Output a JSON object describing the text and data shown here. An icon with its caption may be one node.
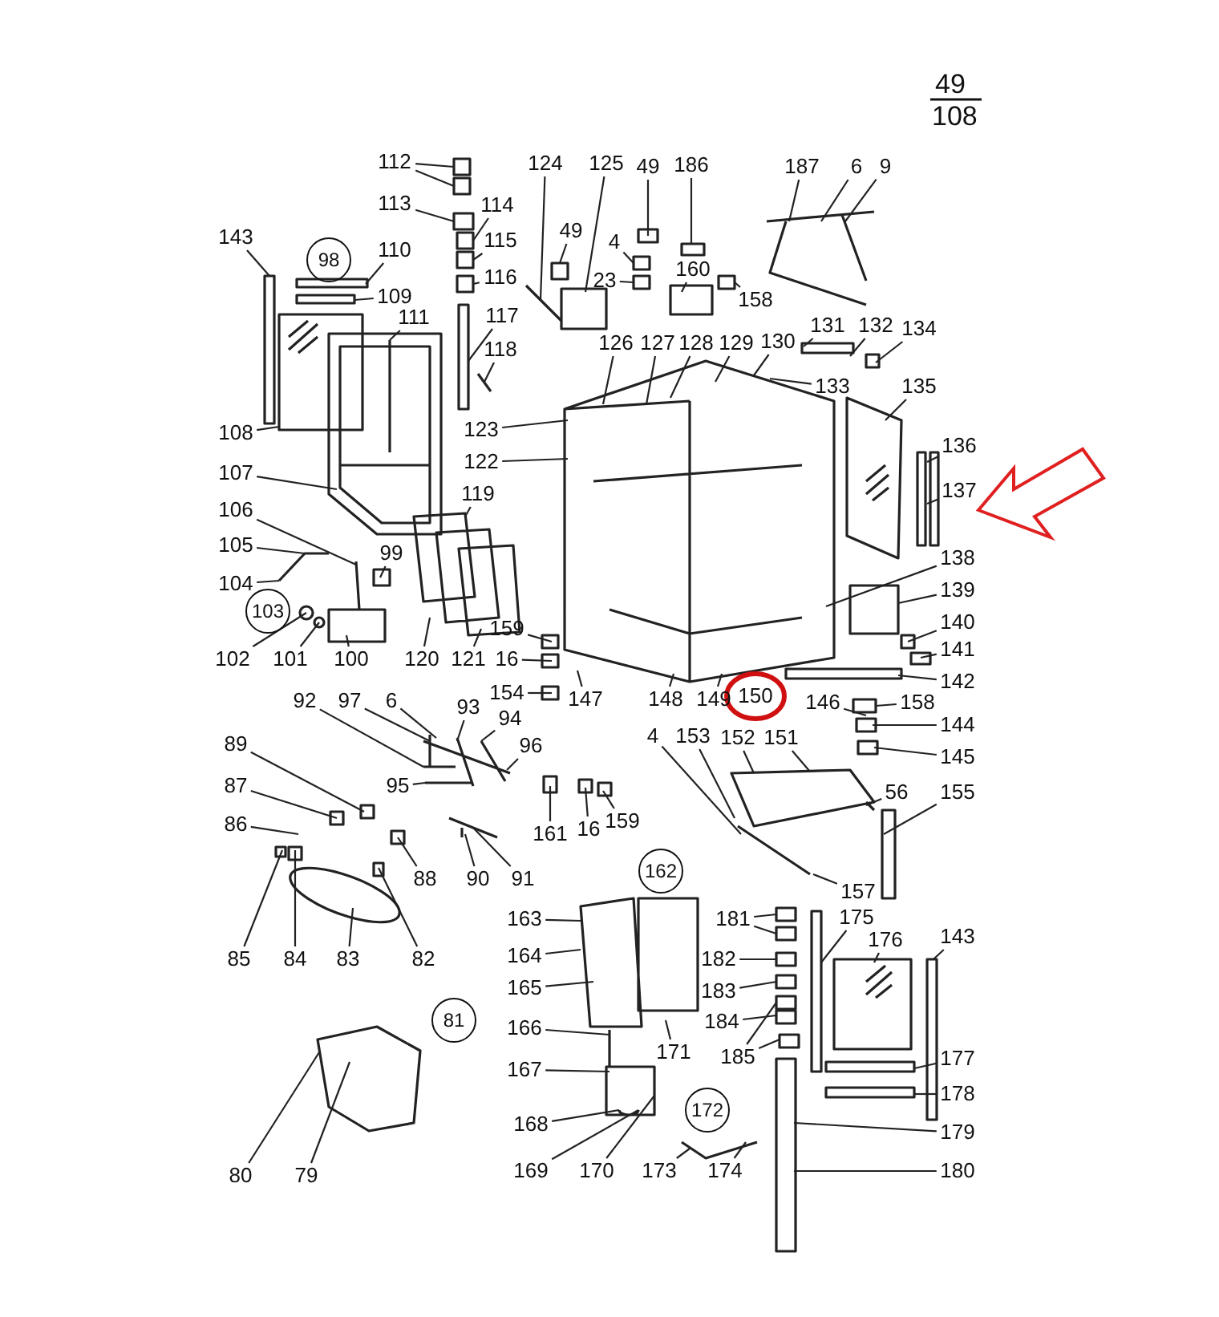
{
  "diagram": {
    "nodes": [
      {
        "text": [
          "112"
        ]
      },
      {
        "text": [
          "113"
        ]
      },
      {
        "text": [
          "114"
        ]
      },
      {
        "text": [
          "115"
        ]
      },
      {
        "text": [
          "116"
        ]
      },
      {
        "text": [
          "117"
        ]
      },
      {
        "text": [
          "118"
        ]
      },
      {
        "text": [
          "143"
        ]
      },
      {
        "text": [
          "98"
        ]
      },
      {
        "text": [
          "110"
        ]
      },
      {
        "text": [
          "109"
        ]
      },
      {
        "text": [
          "111"
        ]
      },
      {
        "text": [
          "108"
        ]
      },
      {
        "text": [
          "107"
        ]
      },
      {
        "text": [
          "106"
        ]
      },
      {
        "text": [
          "105"
        ]
      },
      {
        "text": [
          "104"
        ]
      },
      {
        "text": [
          "103"
        ]
      },
      {
        "text": [
          "102"
        ]
      },
      {
        "text": [
          "101"
        ]
      },
      {
        "text": [
          "100"
        ]
      },
      {
        "text": [
          "99"
        ]
      },
      {
        "text": [
          "120"
        ]
      },
      {
        "text": [
          "121"
        ]
      },
      {
        "text": [
          "119"
        ]
      },
      {
        "text": [
          "123"
        ]
      },
      {
        "text": [
          "122"
        ]
      },
      {
        "text": [
          "124"
        ]
      },
      {
        "text": [
          "125"
        ]
      },
      {
        "text": [
          "49"
        ]
      },
      {
        "text": [
          "186"
        ]
      },
      {
        "text": [
          "187"
        ]
      },
      {
        "text": [
          "6"
        ]
      },
      {
        "text": [
          "9"
        ]
      },
      {
        "text": [
          "49"
        ]
      },
      {
        "text": [
          "4"
        ]
      },
      {
        "text": [
          "23"
        ]
      },
      {
        "text": [
          "160"
        ]
      },
      {
        "text": [
          "158"
        ]
      },
      {
        "text": [
          "126"
        ]
      },
      {
        "text": [
          "127"
        ]
      },
      {
        "text": [
          "128"
        ]
      },
      {
        "text": [
          "129"
        ]
      },
      {
        "text": [
          "130"
        ]
      },
      {
        "text": [
          "131"
        ]
      },
      {
        "text": [
          "132"
        ]
      },
      {
        "text": [
          "134"
        ]
      },
      {
        "text": [
          "133"
        ]
      },
      {
        "text": [
          "135"
        ]
      },
      {
        "text": [
          "136"
        ]
      },
      {
        "text": [
          "137"
        ]
      },
      {
        "text": [
          "138"
        ]
      },
      {
        "text": [
          "139"
        ]
      },
      {
        "text": [
          "140"
        ]
      },
      {
        "text": [
          "141"
        ]
      },
      {
        "text": [
          "142"
        ]
      },
      {
        "text": [
          "158"
        ]
      },
      {
        "text": [
          "144"
        ]
      },
      {
        "text": [
          "145"
        ]
      },
      {
        "text": [
          "155"
        ]
      },
      {
        "text": [
          "56"
        ]
      },
      {
        "text": [
          "157"
        ]
      },
      {
        "text": [
          "159"
        ]
      },
      {
        "text": [
          "16"
        ]
      },
      {
        "text": [
          "154"
        ]
      },
      {
        "text": [
          "147"
        ]
      },
      {
        "text": [
          "148"
        ]
      },
      {
        "text": [
          "149"
        ]
      },
      {
        "text": [
          "150"
        ]
      },
      {
        "text": [
          "153"
        ]
      },
      {
        "text": [
          "152"
        ]
      },
      {
        "text": [
          "151"
        ]
      },
      {
        "text": [
          "4"
        ]
      },
      {
        "text": [
          "146"
        ]
      },
      {
        "text": [
          "92"
        ]
      },
      {
        "text": [
          "97"
        ]
      },
      {
        "text": [
          "6"
        ]
      },
      {
        "text": [
          "93"
        ]
      },
      {
        "text": [
          "94"
        ]
      },
      {
        "text": [
          "96"
        ]
      },
      {
        "text": [
          "95"
        ]
      },
      {
        "text": [
          "89"
        ]
      },
      {
        "text": [
          "87"
        ]
      },
      {
        "text": [
          "86"
        ]
      },
      {
        "text": [
          "88"
        ]
      },
      {
        "text": [
          "90"
        ]
      },
      {
        "text": [
          "91"
        ]
      },
      {
        "text": [
          "161"
        ]
      },
      {
        "text": [
          "16"
        ]
      },
      {
        "text": [
          "159"
        ]
      },
      {
        "text": [
          "85"
        ]
      },
      {
        "text": [
          "84"
        ]
      },
      {
        "text": [
          "83"
        ]
      },
      {
        "text": [
          "82"
        ]
      },
      {
        "text": [
          "81"
        ]
      },
      {
        "text": [
          "80"
        ]
      },
      {
        "text": [
          "79"
        ]
      },
      {
        "text": [
          "162"
        ]
      },
      {
        "text": [
          "163"
        ]
      },
      {
        "text": [
          "164"
        ]
      },
      {
        "text": [
          "165"
        ]
      },
      {
        "text": [
          "166"
        ]
      },
      {
        "text": [
          "167"
        ]
      },
      {
        "text": [
          "168"
        ]
      },
      {
        "text": [
          "169"
        ]
      },
      {
        "text": [
          "170"
        ]
      },
      {
        "text": [
          "173"
        ]
      },
      {
        "text": [
          "174"
        ]
      },
      {
        "text": [
          "172"
        ]
      },
      {
        "text": [
          "171"
        ]
      },
      {
        "text": [
          "181"
        ]
      },
      {
        "text": [
          "182"
        ]
      },
      {
        "text": [
          "183"
        ]
      },
      {
        "text": [
          "184"
        ]
      },
      {
        "text": [
          "185"
        ]
      },
      {
        "text": [
          "175"
        ]
      },
      {
        "text": [
          "176"
        ]
      },
      {
        "text": [
          "143"
        ]
      },
      {
        "text": [
          "177"
        ]
      },
      {
        "text": [
          "178"
        ]
      },
      {
        "text": [
          "179"
        ]
      },
      {
        "text": [
          "180"
        ]
      },
      {
        "text": [],
        "shape": "picture"
      },
      {
        "text": [],
        "shape": "box"
      },
      {
        "text": [],
        "shape": "picture"
      },
      {
        "text": [],
        "shape": "box"
      },
      {
        "text": [],
        "shape": "picture"
      },
      {
        "text": [],
        "shape": "picture"
      },
      {
        "text": [],
        "shape": "picture"
      },
      {
        "text": [],
        "shape": "picture"
      },
      {
        "text": [],
        "shape": "picture"
      },
      {
        "text": [],
        "shape": "box"
      },
      {
        "text": [],
        "shape": "picture"
      },
      {
        "text": [],
        "shape": "picture"
      },
      {
        "text": [],
        "shape": "picture"
      },
      {
        "text": [],
        "shape": "picture"
      },
      {
        "text": [],
        "shape": "box"
      },
      {
        "text": [],
        "shape": "picture"
      },
      {
        "text": [],
        "shape": "picture"
      },
      {
        "text": [],
        "shape": "picture"
      },
      {
        "text": [],
        "shape": "picture"
      },
      {
        "text": [],
        "shape": "picture"
      },
      {
        "text": [],
        "shape": "box"
      },
      {
        "text": [],
        "shape": "picture"
      },
      {
        "text": [],
        "shape": "box"
      },
      {
        "text": [],
        "shape": "picture"
      },
      {
        "text": [],
        "shape": "picture"
      },
      {
        "text": [],
        "shape": "box"
      },
      {
        "text": [],
        "shape": "picture"
      },
      {
        "text": [],
        "shape": "picture"
      },
      {
        "text": [],
        "shape": "picture"
      },
      {
        "text": [],
        "shape": "picture"
      },
      {
        "text": [],
        "shape": "picture"
      },
      {
        "text": [],
        "shape": "picture"
      },
      {
        "text": [],
        "shape": "picture"
      },
      {
        "text": [],
        "shape": "picture"
      },
      {
        "text": [],
        "shape": "picture"
      },
      {
        "text": [],
        "shape": "picture"
      },
      {
        "text": [],
        "shape": "box"
      },
      {
        "text": [],
        "shape": "box"
      },
      {
        "text": [],
        "shape": "picture"
      },
      {
        "text": [],
        "shape": "box"
      },
      {
        "text": [],
        "shape": "picture"
      },
      {
        "text": [],
        "shape": "box"
      }
    ],
    "edges": [
      {
        "from": 0,
        "to": 122,
        "arrow": "none"
      },
      {
        "from": 0,
        "to": 122,
        "arrow": "none"
      },
      {
        "from": 1,
        "to": 122,
        "arrow": "none"
      },
      {
        "from": 2,
        "to": 122,
        "arrow": "none"
      },
      {
        "from": 3,
        "to": 122,
        "arrow": "none"
      },
      {
        "from": 4,
        "to": 122,
        "arrow": "none"
      },
      {
        "from": 5,
        "to": 123,
        "arrow": "none"
      },
      {
        "from": 6,
        "to": 124,
        "arrow": "none"
      },
      {
        "from": 7,
        "to": 125,
        "arrow": "none"
      },
      {
        "from": 9,
        "to": 126,
        "arrow": "none"
      },
      {
        "from": 10,
        "to": 126,
        "arrow": "none"
      },
      {
        "from": 11,
        "to": 128,
        "arrow": "none"
      },
      {
        "from": 12,
        "to": 127,
        "arrow": "none"
      },
      {
        "from": 13,
        "to": 128,
        "arrow": "none"
      },
      {
        "from": 14,
        "to": 130,
        "arrow": "none"
      },
      {
        "from": 15,
        "to": 129,
        "arrow": "none"
      },
      {
        "from": 16,
        "to": 129,
        "arrow": "none"
      },
      {
        "from": 18,
        "to": 130,
        "arrow": "none"
      },
      {
        "from": 19,
        "to": 130,
        "arrow": "none"
      },
      {
        "from": 20,
        "to": 130,
        "arrow": "none"
      },
      {
        "from": 21,
        "to": 131,
        "arrow": "none"
      },
      {
        "from": 22,
        "to": 132,
        "arrow": "none"
      },
      {
        "from": 23,
        "to": 132,
        "arrow": "none"
      },
      {
        "from": 24,
        "to": 132,
        "arrow": "none"
      },
      {
        "from": 25,
        "to": 133,
        "arrow": "none"
      },
      {
        "from": 26,
        "to": 133,
        "arrow": "none"
      },
      {
        "from": 27,
        "to": 134,
        "arrow": "none"
      },
      {
        "from": 28,
        "to": 134,
        "arrow": "none"
      },
      {
        "from": 29,
        "to": 135,
        "arrow": "none"
      },
      {
        "from": 30,
        "to": 136,
        "arrow": "none"
      },
      {
        "from": 31,
        "to": 137,
        "arrow": "none"
      },
      {
        "from": 32,
        "to": 137,
        "arrow": "none"
      },
      {
        "from": 33,
        "to": 137,
        "arrow": "none"
      },
      {
        "from": 34,
        "to": 163,
        "arrow": "none"
      },
      {
        "from": 35,
        "to": 135,
        "arrow": "none"
      },
      {
        "from": 36,
        "to": 135,
        "arrow": "none"
      },
      {
        "from": 37,
        "to": 138,
        "arrow": "none"
      },
      {
        "from": 38,
        "to": 138,
        "arrow": "none"
      },
      {
        "from": 39,
        "to": 133,
        "arrow": "none"
      },
      {
        "from": 40,
        "to": 133,
        "arrow": "none"
      },
      {
        "from": 41,
        "to": 133,
        "arrow": "none"
      },
      {
        "from": 42,
        "to": 133,
        "arrow": "none"
      },
      {
        "from": 43,
        "to": 133,
        "arrow": "none"
      },
      {
        "from": 44,
        "to": 139,
        "arrow": "none"
      },
      {
        "from": 45,
        "to": 139,
        "arrow": "none"
      },
      {
        "from": 46,
        "to": 139,
        "arrow": "none"
      },
      {
        "from": 47,
        "to": 133,
        "arrow": "none"
      },
      {
        "from": 48,
        "to": 140,
        "arrow": "none"
      },
      {
        "from": 49,
        "to": 141,
        "arrow": "none"
      },
      {
        "from": 50,
        "to": 141,
        "arrow": "none"
      },
      {
        "from": 51,
        "to": 133,
        "arrow": "none"
      },
      {
        "from": 52,
        "to": 142,
        "arrow": "none"
      },
      {
        "from": 53,
        "to": 143,
        "arrow": "none"
      },
      {
        "from": 54,
        "to": 143,
        "arrow": "none"
      },
      {
        "from": 55,
        "to": 144,
        "arrow": "none"
      },
      {
        "from": 56,
        "to": 145,
        "arrow": "none"
      },
      {
        "from": 57,
        "to": 145,
        "arrow": "none"
      },
      {
        "from": 58,
        "to": 145,
        "arrow": "none"
      },
      {
        "from": 59,
        "to": 147,
        "arrow": "none"
      },
      {
        "from": 60,
        "to": 146,
        "arrow": "none"
      },
      {
        "from": 61,
        "to": 146,
        "arrow": "none"
      },
      {
        "from": 62,
        "to": 148,
        "arrow": "none"
      },
      {
        "from": 63,
        "to": 148,
        "arrow": "none"
      },
      {
        "from": 64,
        "to": 148,
        "arrow": "none"
      },
      {
        "from": 65,
        "to": 133,
        "arrow": "none"
      },
      {
        "from": 66,
        "to": 133,
        "arrow": "none"
      },
      {
        "from": 67,
        "to": 133,
        "arrow": "none"
      },
      {
        "from": 69,
        "to": 146,
        "arrow": "none"
      },
      {
        "from": 70,
        "to": 146,
        "arrow": "none"
      },
      {
        "from": 71,
        "to": 146,
        "arrow": "none"
      },
      {
        "from": 72,
        "to": 146,
        "arrow": "none"
      },
      {
        "from": 73,
        "to": 145,
        "arrow": "none"
      },
      {
        "from": 74,
        "to": 149,
        "arrow": "none"
      },
      {
        "from": 75,
        "to": 149,
        "arrow": "none"
      },
      {
        "from": 76,
        "to": 149,
        "arrow": "none"
      },
      {
        "from": 77,
        "to": 149,
        "arrow": "none"
      },
      {
        "from": 78,
        "to": 149,
        "arrow": "none"
      },
      {
        "from": 79,
        "to": 149,
        "arrow": "none"
      },
      {
        "from": 80,
        "to": 149,
        "arrow": "none"
      },
      {
        "from": 81,
        "to": 150,
        "arrow": "none"
      },
      {
        "from": 82,
        "to": 150,
        "arrow": "none"
      },
      {
        "from": 83,
        "to": 150,
        "arrow": "none"
      },
      {
        "from": 84,
        "to": 150,
        "arrow": "none"
      },
      {
        "from": 85,
        "to": 151,
        "arrow": "none"
      },
      {
        "from": 86,
        "to": 151,
        "arrow": "none"
      },
      {
        "from": 87,
        "to": 152,
        "arrow": "none"
      },
      {
        "from": 88,
        "to": 152,
        "arrow": "none"
      },
      {
        "from": 89,
        "to": 152,
        "arrow": "none"
      },
      {
        "from": 90,
        "to": 150,
        "arrow": "none"
      },
      {
        "from": 91,
        "to": 150,
        "arrow": "none"
      },
      {
        "from": 92,
        "to": 150,
        "arrow": "none"
      },
      {
        "from": 93,
        "to": 150,
        "arrow": "none"
      },
      {
        "from": 95,
        "to": 153,
        "arrow": "none"
      },
      {
        "from": 96,
        "to": 153,
        "arrow": "none"
      },
      {
        "from": 98,
        "to": 154,
        "arrow": "none"
      },
      {
        "from": 99,
        "to": 154,
        "arrow": "none"
      },
      {
        "from": 100,
        "to": 154,
        "arrow": "none"
      },
      {
        "from": 101,
        "to": 155,
        "arrow": "none"
      },
      {
        "from": 102,
        "to": 155,
        "arrow": "none"
      },
      {
        "from": 103,
        "to": 155,
        "arrow": "none"
      },
      {
        "from": 104,
        "to": 155,
        "arrow": "none"
      },
      {
        "from": 105,
        "to": 155,
        "arrow": "none"
      },
      {
        "from": 106,
        "to": 156,
        "arrow": "none"
      },
      {
        "from": 107,
        "to": 156,
        "arrow": "none"
      },
      {
        "from": 109,
        "to": 154,
        "arrow": "none"
      },
      {
        "from": 110,
        "to": 157,
        "arrow": "none"
      },
      {
        "from": 110,
        "to": 157,
        "arrow": "none"
      },
      {
        "from": 111,
        "to": 157,
        "arrow": "none"
      },
      {
        "from": 112,
        "to": 157,
        "arrow": "none"
      },
      {
        "from": 113,
        "to": 157,
        "arrow": "none"
      },
      {
        "from": 114,
        "to": 157,
        "arrow": "none"
      },
      {
        "from": 114,
        "to": 157,
        "arrow": "none"
      },
      {
        "from": 115,
        "to": 159,
        "arrow": "none"
      },
      {
        "from": 116,
        "to": 160,
        "arrow": "none"
      },
      {
        "from": 117,
        "to": 161,
        "arrow": "none"
      },
      {
        "from": 118,
        "to": 162,
        "arrow": "none"
      },
      {
        "from": 119,
        "to": 162,
        "arrow": "none"
      },
      {
        "from": 120,
        "to": 158,
        "arrow": "none"
      },
      {
        "from": 121,
        "to": 158,
        "arrow": "none"
      }
    ],
    "labels": [
      "49",
      "108"
    ]
  }
}
